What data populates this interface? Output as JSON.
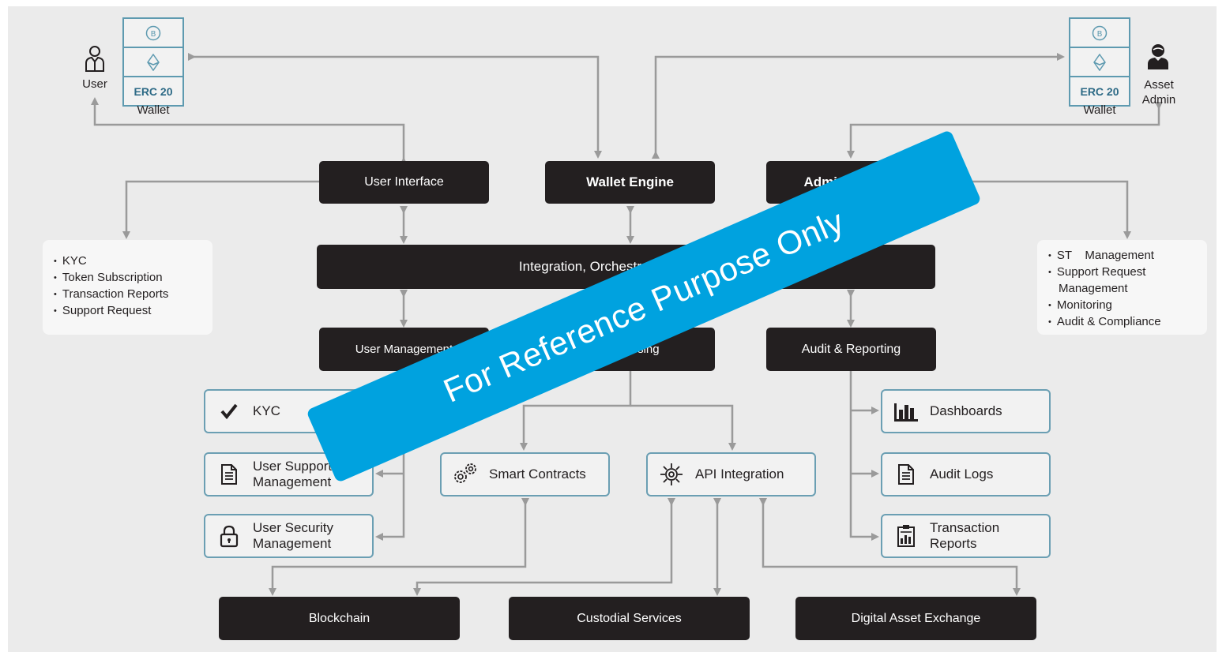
{
  "top": {
    "user_label": "User",
    "asset_admin_label": "Asset\nAdmin",
    "left_wallet": {
      "token": "ERC 20",
      "caption": "Wallet"
    },
    "right_wallet": {
      "token": "ERC 20",
      "caption": "Wallet"
    }
  },
  "engines": {
    "user_interface": "User Interface",
    "wallet_engine": "Wallet Engine",
    "administration": "Administration"
  },
  "integration_bar": "Integration, Orchestration & Routing",
  "middle": {
    "user_management": "User Management",
    "processing": "Processing",
    "audit_reporting": "Audit & Reporting"
  },
  "left_card": [
    "KYC",
    "Token Subscription",
    "Transaction Reports",
    "Support Request"
  ],
  "right_card": [
    "ST    Management",
    "Support Request",
    "Management",
    "Monitoring",
    "Audit & Compliance"
  ],
  "modules": {
    "kyc": "KYC",
    "user_support": "User Support\nManagement",
    "user_security": "User Security\nManagement",
    "smart_contracts": "Smart Contracts",
    "api_integration": "API Integration",
    "dashboards": "Dashboards",
    "audit_logs": "Audit Logs",
    "transaction_reports": "Transaction\nReports"
  },
  "bottom": {
    "blockchain": "Blockchain",
    "custodial": "Custodial Services",
    "exchange": "Digital Asset Exchange"
  },
  "watermark": "For Reference Purpose Only",
  "colors": {
    "dark_box": "#231f20",
    "connector": "#9a9a9a",
    "module_border": "#6b9fb3",
    "watermark": "#00a2df",
    "background": "#ebebeb"
  }
}
